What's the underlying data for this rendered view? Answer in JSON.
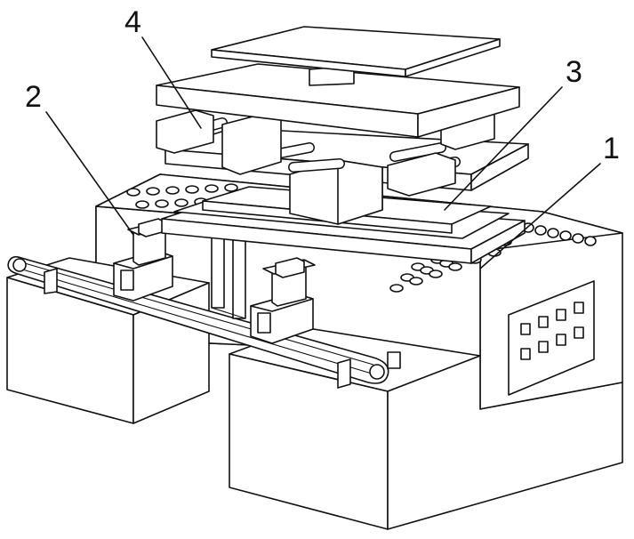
{
  "callouts": [
    {
      "label": "1"
    },
    {
      "label": "2"
    },
    {
      "label": "3"
    },
    {
      "label": "4"
    }
  ],
  "colors": {
    "line": "#111111",
    "background": "#ffffff"
  }
}
